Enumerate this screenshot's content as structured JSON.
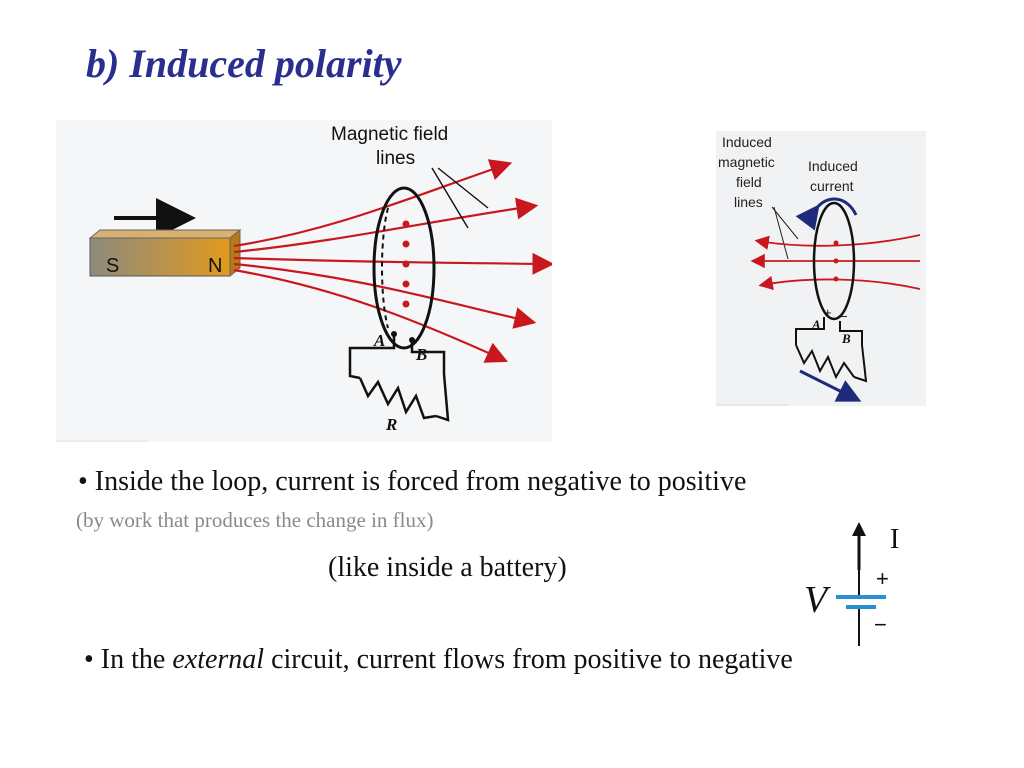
{
  "slide": {
    "title": "b) Induced polarity"
  },
  "figure_left": {
    "label_field_line1": "Magnetic field",
    "label_field_line2": "lines",
    "magnet_s": "S",
    "magnet_n": "N",
    "terminal_a": "A",
    "terminal_b": "B",
    "resistor_r": "R",
    "colors": {
      "field_lines": "#c8181e",
      "magnet_start": "#8c8a7e",
      "magnet_end": "#e29a1c"
    }
  },
  "figure_right": {
    "label_induced_line1": "Induced",
    "label_induced_line2": "magnetic",
    "label_induced_line3": "field",
    "label_induced_line4": "lines",
    "label_current_line1": "Induced",
    "label_current_line2": "current",
    "plus": "+",
    "minus": "−",
    "terminal_a": "A",
    "terminal_b": "B",
    "colors": {
      "current_arrow": "#1f2a7a"
    }
  },
  "text": {
    "bullet1": "• Inside the loop, current is forced from negative to positive",
    "sub1": "(by work that produces the change in flux)",
    "battery_note": "(like inside a battery)",
    "bullet2_pre": "• In the ",
    "bullet2_em": "external",
    "bullet2_post": " circuit, current flows from positive to negative"
  },
  "battery": {
    "current_label": "I",
    "voltage_label": "V",
    "plus": "+",
    "minus": "−",
    "colors": {
      "plate": "#2a8fd0"
    }
  }
}
